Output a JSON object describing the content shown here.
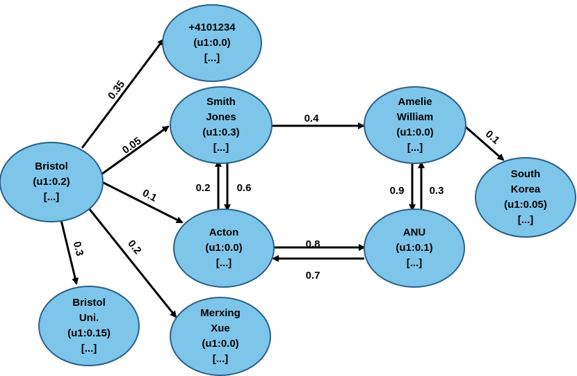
{
  "colors": {
    "node_fill": "#7DC6EA",
    "node_stroke": "#2B5F8A",
    "edge": "#000000",
    "text": "#000000"
  },
  "nodes": [
    {
      "id": "phone",
      "lines": [
        "+4101234",
        "(u1:0.0)",
        "[...]"
      ]
    },
    {
      "id": "smith",
      "lines": [
        "Smith",
        "Jones",
        "(u1:0.3)",
        "[...]"
      ]
    },
    {
      "id": "amelie",
      "lines": [
        "Amelie",
        "William",
        "(u1:0.0)",
        "[...]"
      ]
    },
    {
      "id": "bristol",
      "lines": [
        "Bristol",
        "(u1:0.2)",
        "[...]"
      ]
    },
    {
      "id": "korea",
      "lines": [
        "South",
        "Korea",
        "(u1:0.05)",
        "[...]"
      ]
    },
    {
      "id": "acton",
      "lines": [
        "Acton",
        "(u1:0.0)",
        "[...]"
      ]
    },
    {
      "id": "anu",
      "lines": [
        "ANU",
        "(u1:0.1)",
        "[...]"
      ]
    },
    {
      "id": "uni",
      "lines": [
        "Bristol",
        "Uni.",
        "(u1:0.15)",
        "[...]"
      ]
    },
    {
      "id": "merxing",
      "lines": [
        "Merxing",
        "Xue",
        "(u1:0.0)",
        "[...]"
      ]
    }
  ],
  "edges": [
    {
      "from": "bristol",
      "to": "phone",
      "label": "0.35"
    },
    {
      "from": "bristol",
      "to": "smith",
      "label": "0.05"
    },
    {
      "from": "bristol",
      "to": "acton",
      "label": "0.1"
    },
    {
      "from": "bristol",
      "to": "merxing",
      "label": "0.2"
    },
    {
      "from": "bristol",
      "to": "uni",
      "label": "0.3"
    },
    {
      "from": "smith",
      "to": "amelie",
      "label": "0.4"
    },
    {
      "from": "acton",
      "to": "smith",
      "label": "0.2"
    },
    {
      "from": "smith",
      "to": "acton",
      "label": "0.6"
    },
    {
      "from": "acton",
      "to": "anu",
      "label": "0.8"
    },
    {
      "from": "anu",
      "to": "acton",
      "label": "0.7"
    },
    {
      "from": "amelie",
      "to": "anu",
      "label": "0.9"
    },
    {
      "from": "anu",
      "to": "amelie",
      "label": "0.3"
    },
    {
      "from": "amelie",
      "to": "korea",
      "label": "0.1"
    }
  ]
}
